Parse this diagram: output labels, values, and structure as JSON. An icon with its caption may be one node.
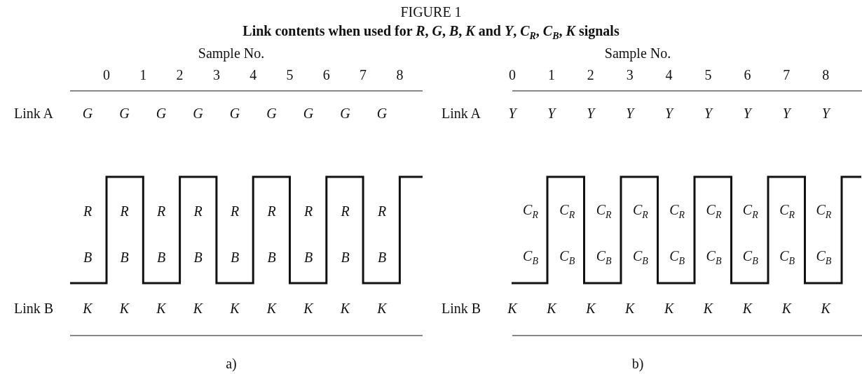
{
  "diagram": {
    "title": "FIGURE 1",
    "labels": [
      "Link contents when used for *R*, *G*, *B*, *K* and *Y*, *C*$_{R}$, *C*$_{B}$, *K* signals",
      "Sample No.",
      "Sample No.",
      "0",
      "1",
      "2",
      "3",
      "4",
      "5",
      "6",
      "7",
      "8",
      "0",
      "1",
      "2",
      "3",
      "4",
      "5",
      "6",
      "7",
      "8",
      "Link A",
      "*G*",
      "*G*",
      "*G*",
      "*G*",
      "*G*",
      "*G*",
      "*G*",
      "*G*",
      "*G*",
      "Link A",
      "*Y*",
      "*Y*",
      "*Y*",
      "*Y*",
      "*Y*",
      "*Y*",
      "*Y*",
      "*Y*",
      "*Y*",
      "*R*",
      "*R*",
      "*R*",
      "*R*",
      "*R*",
      "*R*",
      "*R*",
      "*R*",
      "*R*",
      "*C*$_{R}$",
      "*C*$_{R}$",
      "*C*$_{R}$",
      "*C*$_{R}$",
      "*C*$_{R}$",
      "*C*$_{R}$",
      "*C*$_{R}$",
      "*C*$_{R}$",
      "*C*$_{R}$",
      "*B*",
      "*B*",
      "*B*",
      "*B*",
      "*B*",
      "*B*",
      "*B*",
      "*B*",
      "*B*",
      "*C*$_{B}$",
      "*C*$_{B}$",
      "*C*$_{B}$",
      "*C*$_{B}$",
      "*C*$_{B}$",
      "*C*$_{B}$",
      "*C*$_{B}$",
      "*C*$_{B}$",
      "*C*$_{B}$",
      "Link B",
      "*K*",
      "*K*",
      "*K*",
      "*K*",
      "*K*",
      "*K*",
      "*K*",
      "*K*",
      "*K*",
      "Link B",
      "*K*",
      "*K*",
      "*K*",
      "*K*",
      "*K*",
      "*K*",
      "*K*",
      "*K*",
      "*K*",
      "a)",
      "b)"
    ]
  }
}
